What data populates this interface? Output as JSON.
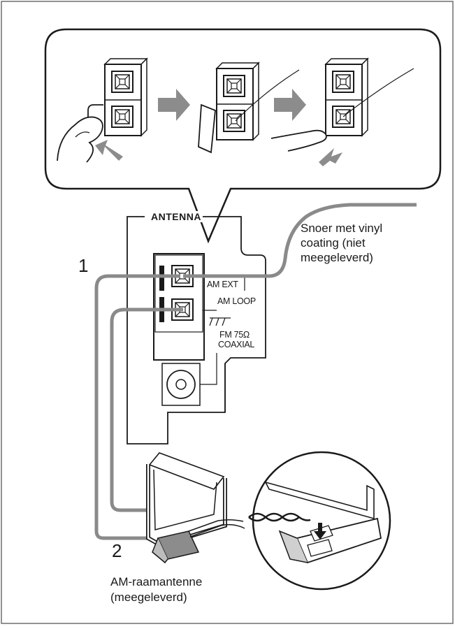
{
  "labels": {
    "antenna": "ANTENNA",
    "vinyl_cord": [
      "Snoer met vinyl",
      "coating (niet",
      "meegeleverd)"
    ],
    "step_1": "1",
    "step_2": "2",
    "terminal_am_ext": "AM EXT",
    "terminal_am_loop": "AM LOOP",
    "terminal_fm": "FM 75Ω",
    "terminal_coaxial": "COAXIAL",
    "am_loop_antenna": [
      "AM-raamantenne",
      "(meegeleverd)"
    ]
  },
  "colors": {
    "line": "#1a1a1a",
    "wire": "#8a8a8a",
    "arrow": "#8c8c8c",
    "frame": "#6f6f6f"
  }
}
